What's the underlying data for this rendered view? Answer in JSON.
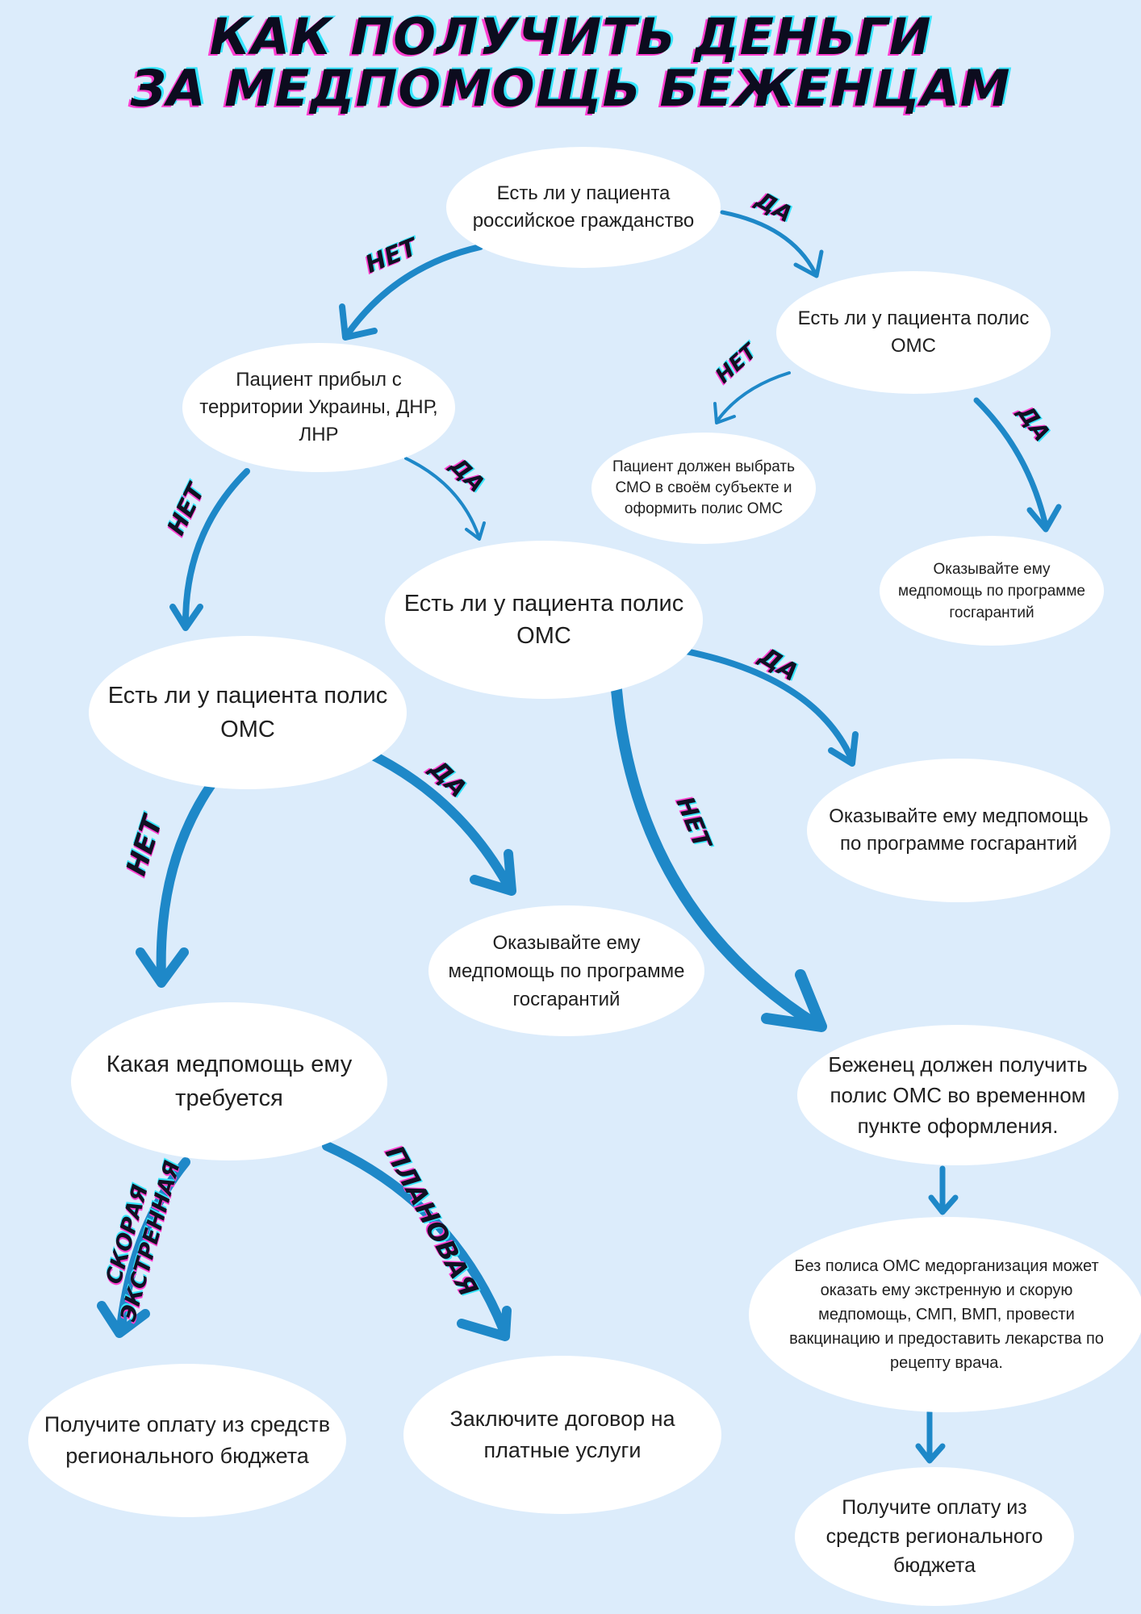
{
  "title": {
    "line1": "КАК ПОЛУЧИТЬ ДЕНЬГИ",
    "line2": "ЗА МЕДПОМОЩЬ БЕЖЕНЦАМ"
  },
  "colors": {
    "arrow": "#1e88c8",
    "background": "#dcecfb",
    "node": "#ffffff",
    "label_shadow_a": "#ff3fd0",
    "label_shadow_b": "#37e6ff"
  },
  "nodes": {
    "q_citizenship": "Есть ли у пациента российское гражданство",
    "q_oms_citizen": "Есть ли у пациента полис ОМС",
    "citizen_choose_smo": "Пациент должен выбрать СМО в своём субъекте и оформить полис ОМС",
    "citizen_provide_care": "Оказывайте ему медпомощь по программе госгарантий",
    "q_from_ukraine": "Пациент прибыл с территории Украины, ДНР, ЛНР",
    "q_oms_ukraine": "Есть ли у пациента полис ОМС",
    "ukraine_provide_care": "Оказывайте ему медпомощь по программе госгарантий",
    "q_oms_other": "Есть ли у пациента полис ОМС",
    "other_provide_care": "Оказывайте ему медпомощь по программе госгарантий",
    "q_care_type": "Какая медпомощь ему требуется",
    "regional_budget_1": "Получите оплату из средств регионального бюджета",
    "paid_contract": "Заключите договор на платные услуги",
    "refugee_get_oms": "Беженец должен получить полис ОМС во временном пункте оформления.",
    "without_oms_info": "Без полиса ОМС медорганизация может оказать ему экстренную и скорую медпомощь, СМП, ВМП, провести вакцинацию и предоставить лекарства по рецепту врача.",
    "regional_budget_2": "Получите оплату из средств регионального бюджета"
  },
  "labels": {
    "yes_1": "ДА",
    "no_1": "НЕТ",
    "no_2": "НЕТ",
    "yes_2": "ДА",
    "yes_3": "ДА",
    "no_3": "НЕТ",
    "yes_4": "ДА",
    "no_4": "НЕТ",
    "yes_5": "ДА",
    "no_5": "НЕТ",
    "emergency_line1": "СКОРАЯ",
    "emergency_line2": "ЭКСТРЕННАЯ",
    "planned": "ПЛАНОВАЯ"
  }
}
